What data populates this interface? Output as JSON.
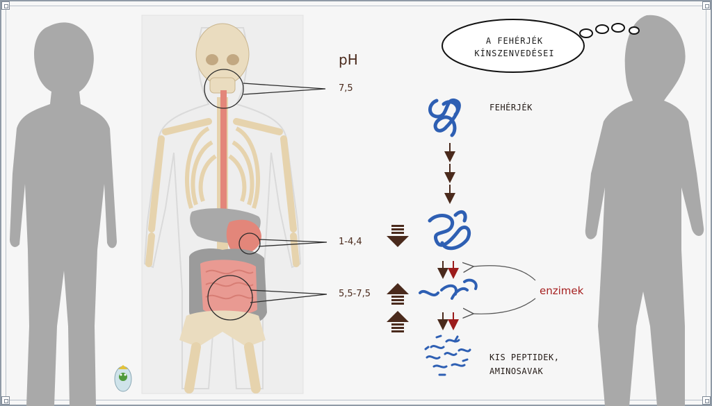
{
  "ph_header": "pH",
  "ph_levels": [
    {
      "value": "7,5"
    },
    {
      "value": "1-4,4"
    },
    {
      "value": "5,5-7,5"
    }
  ],
  "thought_bubble": {
    "line1": "A FEHÉRJÉK",
    "line2": "KÍNSZENVEDÉSEI"
  },
  "stages": [
    {
      "label_line1": "FEHÉRJÉK",
      "label_line2": ""
    },
    {
      "label_line1": "",
      "label_line2": ""
    },
    {
      "label_line1": "",
      "label_line2": ""
    },
    {
      "label_line1": "KIS PEPTIDEK,",
      "label_line2": "AMINOSAVAK"
    }
  ],
  "enzyme_label": "enzimek",
  "colors": {
    "protein_blue": "#2e5fb3",
    "arrow_dark": "#4a2a1c",
    "arrow_red": "#9c1c1c",
    "enzyme_red": "#a51f1f",
    "silhouette": "#a9a9a9",
    "bone": "#eadcbf",
    "esophagus": "#e3867a",
    "intestine": "#e99a92",
    "colon_gray": "#9b9b9b"
  },
  "icons": {
    "thought": "thought-bubble-icon",
    "logo": "frog-logo-icon"
  }
}
